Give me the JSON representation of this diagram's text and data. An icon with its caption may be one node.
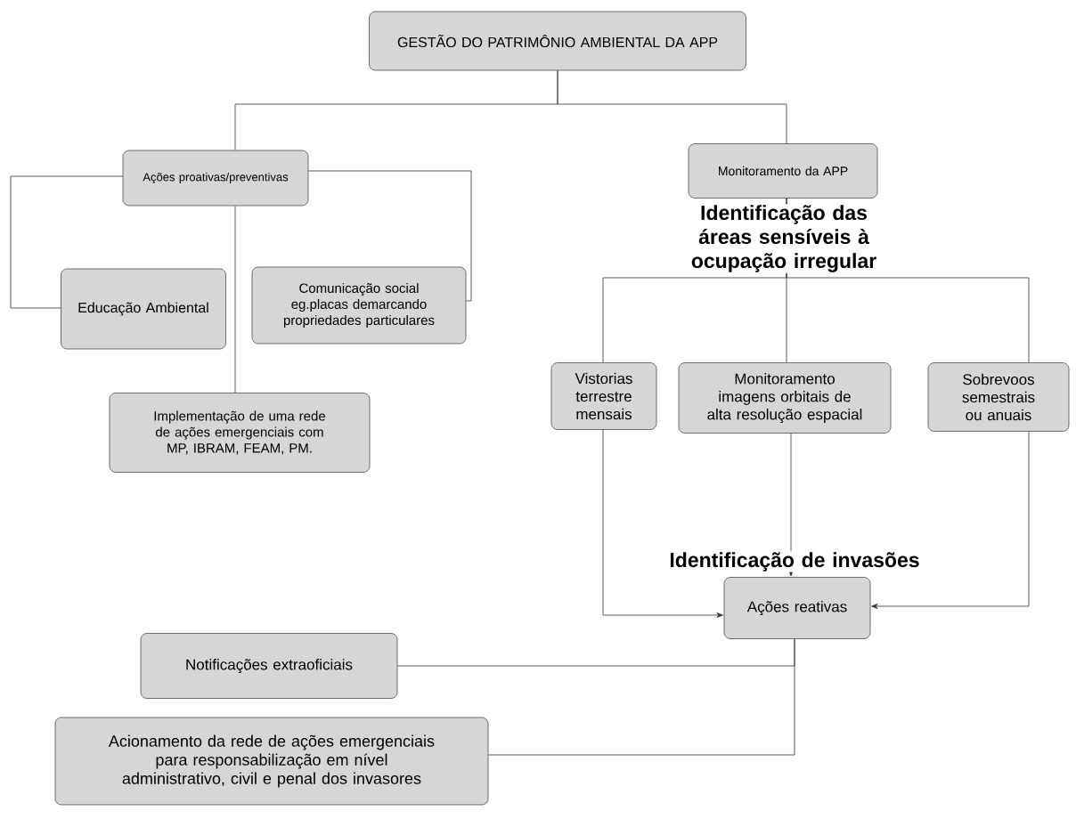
{
  "diagram": {
    "nodes": [
      {
        "text": [
          "GESTÃO DO PATRIMÔNIO AMBIENTAL DA APP"
        ]
      },
      {
        "text": [
          "Ações proativas/preventivas"
        ]
      },
      {
        "text": [
          "Monitoramento da APP"
        ]
      },
      {
        "text": [
          "Educação Ambiental"
        ]
      },
      {
        "text": [
          "Comunicação social eg.placas demarcando propriedades particulares"
        ]
      },
      {
        "text": [
          "Implementação de uma rede de ações emergenciais com MP, IBRAM, FEAM, PM."
        ]
      },
      {
        "text": [
          "Vistorias terrestre mensais"
        ]
      },
      {
        "text": [
          "Monitoramento imagens orbitais de alta resolução espacial"
        ]
      },
      {
        "text": [
          "Sobrevoos semestrais ou anuais"
        ]
      },
      {
        "text": [
          "Ações reativas"
        ]
      },
      {
        "text": [
          "Notificações extraoficiais"
        ]
      },
      {
        "text": [
          "Acionamento da rede de ações emergenciais para responsabilização em nível administrativo, civil e penal dos invasores"
        ]
      }
    ],
    "edges": [
      {
        "from": 0,
        "to": 1,
        "arrow": "none"
      },
      {
        "from": 0,
        "to": 2,
        "arrow": "none"
      },
      {
        "from": 1,
        "to": 3,
        "arrow": "none"
      },
      {
        "from": 1,
        "to": 4,
        "arrow": "none"
      },
      {
        "from": 1,
        "to": 5,
        "arrow": "none"
      },
      {
        "from": 2,
        "to": 6,
        "arrow": "none"
      },
      {
        "from": 2,
        "to": 7,
        "arrow": "none",
        "label": "Identificação das áreas sensíveis à ocupação irregular"
      },
      {
        "from": 2,
        "to": 8,
        "arrow": "none"
      },
      {
        "from": 6,
        "to": 9,
        "arrow": "to"
      },
      {
        "from": 7,
        "to": 9,
        "arrow": "to",
        "label": "Identificação de invasões"
      },
      {
        "from": 8,
        "to": 9,
        "arrow": "to"
      },
      {
        "from": 9,
        "to": 10,
        "arrow": "none"
      },
      {
        "from": 9,
        "to": 11,
        "arrow": "none"
      }
    ]
  }
}
